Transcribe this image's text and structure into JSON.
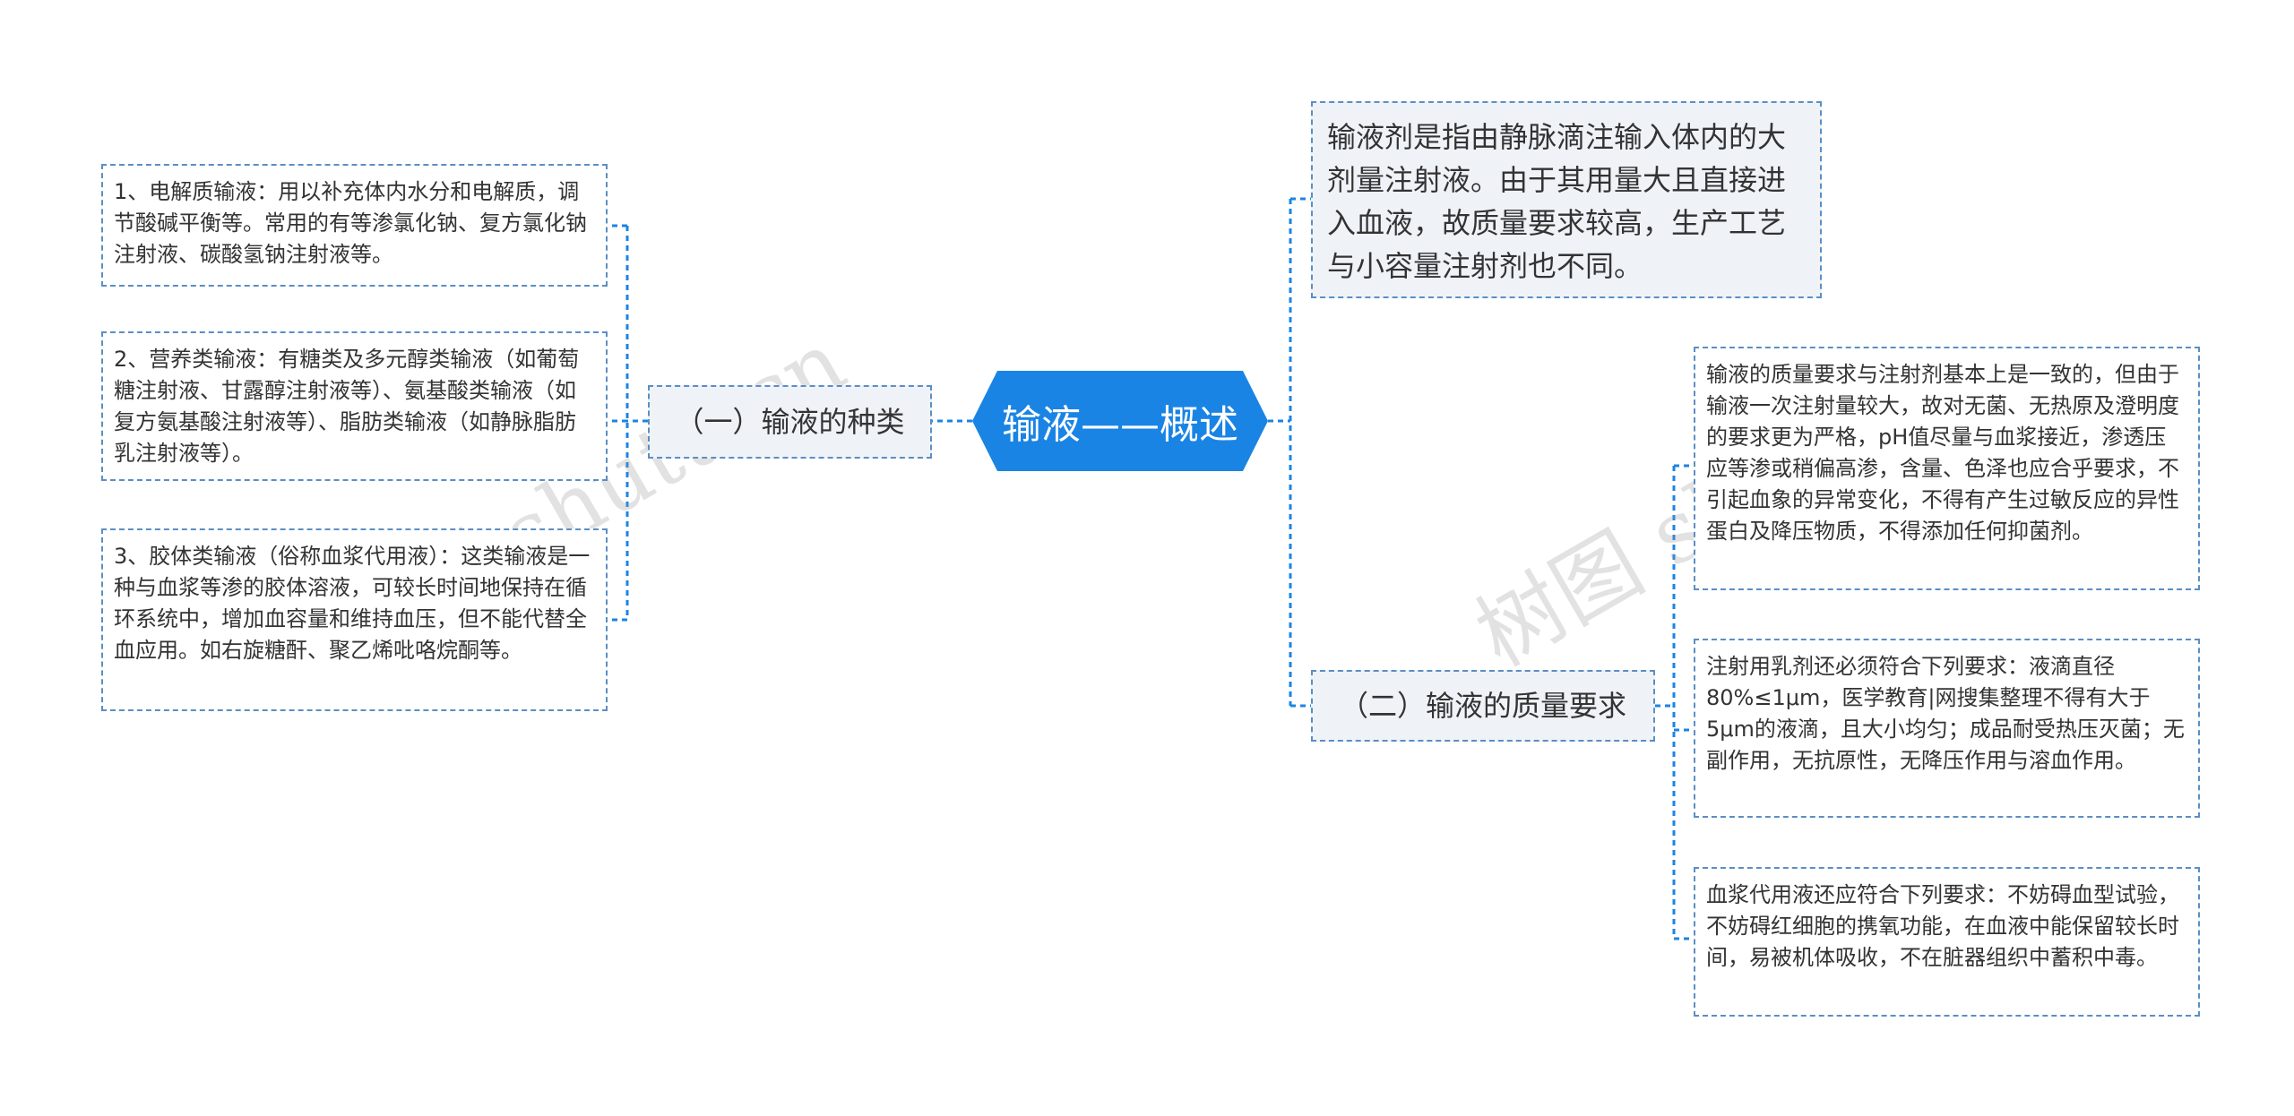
{
  "root": {
    "label": "输液——概述"
  },
  "left_branch": {
    "label": "（一）输液的种类",
    "items": [
      "1、电解质输液：用以补充体内水分和电解质，调节酸碱平衡等。常用的有等渗氯化钠、复方氯化钠注射液、碳酸氢钠注射液等。",
      "2、营养类输液：有糖类及多元醇类输液（如葡萄糖注射液、甘露醇注射液等）、氨基酸类输液（如复方氨基酸注射液等）、脂肪类输液（如静脉脂肪乳注射液等）。",
      "3、胶体类输液（俗称血浆代用液）：这类输液是一种与血浆等渗的胶体溶液，可较长时间地保持在循环系统中，增加血容量和维持血压，但不能代替全血应用。如右旋糖酐、聚乙烯吡咯烷酮等。"
    ]
  },
  "right_description": "输液剂是指由静脉滴注输入体内的大剂量注射液。由于其用量大且直接进入血液，故质量要求较高，生产工艺与小容量注射剂也不同。",
  "right_branch": {
    "label": "（二）输液的质量要求",
    "items": [
      "输液的质量要求与注射剂基本上是一致的，但由于输液一次注射量较大，故对无菌、无热原及澄明度的要求更为严格，pH值尽量与血浆接近，渗透压应等渗或稍偏高渗，含量、色泽也应合乎要求，不引起血象的异常变化，不得有产生过敏反应的异性蛋白及降压物质，不得添加任何抑菌剂。",
      "注射用乳剂还必须符合下列要求：液滴直径80%≤1μm，医学教育|网搜集整理不得有大于5μm的液滴，且大小均匀；成品耐受热压灭菌；无副作用，无抗原性，无降压作用与溶血作用。",
      "血浆代用液还应符合下列要求：不妨碍血型试验，不妨碍红细胞的携氧功能，在血液中能保留较长时间，易被机体吸收，不在脏器组织中蓄积中毒。"
    ]
  },
  "watermarks": [
    "树图 shutu.cn",
    "树图 shutu.cn"
  ],
  "colors": {
    "root": "#1a84e4",
    "border": "#5b8ec4",
    "connector": "#1a84e4",
    "branch_bg": "#eff3f8"
  }
}
